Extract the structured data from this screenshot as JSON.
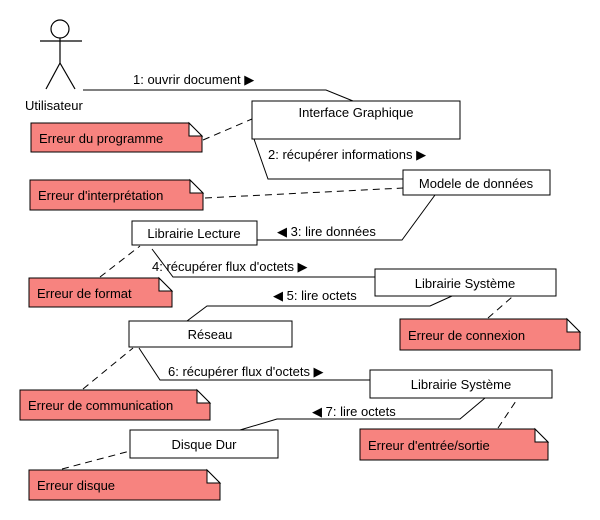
{
  "colors": {
    "note_fill": "#F7837F",
    "box_fill": "#FFFFFF",
    "stroke": "#000000"
  },
  "actor": {
    "label": "Utilisateur"
  },
  "boxes": {
    "interface": "Interface Graphique",
    "modele": "Modele de données",
    "lecture": "Librairie Lecture",
    "systeme1": "Librairie Système",
    "reseau": "Réseau",
    "systeme2": "Librairie Système",
    "disque": "Disque Dur"
  },
  "messages": {
    "m1": "1: ouvrir document ▶",
    "m2": "2: récupérer informations ▶",
    "m3": "◀ 3: lire données",
    "m4": "4: récupérer flux d'octets ▶",
    "m5": "◀ 5: lire octets",
    "m6": "6: récupérer flux d'octets ▶",
    "m7": "◀ 7: lire octets"
  },
  "notes": {
    "programme": "Erreur du programme",
    "interpretation": "Erreur d'interprétation",
    "format": "Erreur de format",
    "connexion": "Erreur de connexion",
    "communication": "Erreur de communication",
    "entree_sortie": "Erreur d'entrée/sortie",
    "disque": "Erreur disque"
  }
}
